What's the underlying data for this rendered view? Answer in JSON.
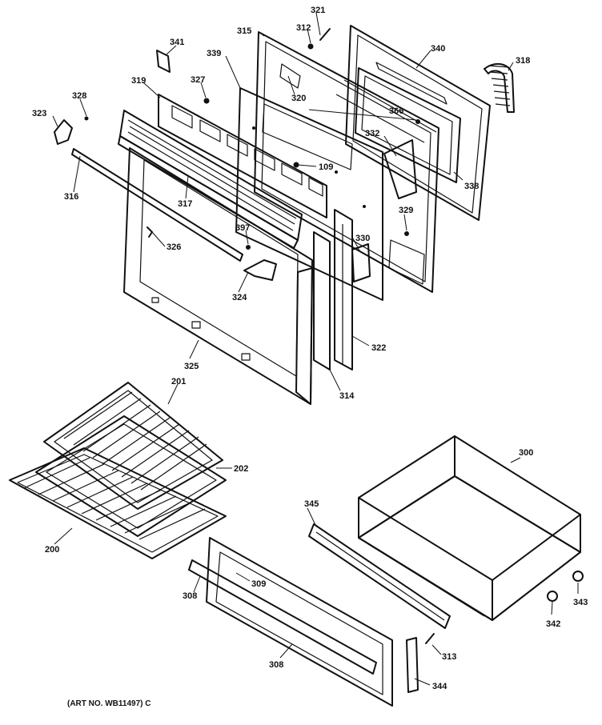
{
  "diagram": {
    "footer_text": "(ART NO. WB11497) C",
    "part_labels": {
      "p321": "321",
      "p315": "315",
      "p312": "312",
      "p340": "340",
      "p318a": "318",
      "p341": "341",
      "p339": "339",
      "p327": "327",
      "p319": "319",
      "p320": "320",
      "p366": "366",
      "p328": "328",
      "p323": "323",
      "p332": "332",
      "p338": "338",
      "p109": "109",
      "p316": "316",
      "p317": "317",
      "p329": "329",
      "p397": "397",
      "p326": "326",
      "p330": "330",
      "p324": "324",
      "p322": "322",
      "p325": "325",
      "p314": "314",
      "p201": "201",
      "p202": "202",
      "p200": "200",
      "p300": "300",
      "p345": "345",
      "p308a": "308",
      "p309": "309",
      "p343": "343",
      "p342": "342",
      "p313": "313",
      "p308b": "308",
      "p344": "344"
    }
  }
}
